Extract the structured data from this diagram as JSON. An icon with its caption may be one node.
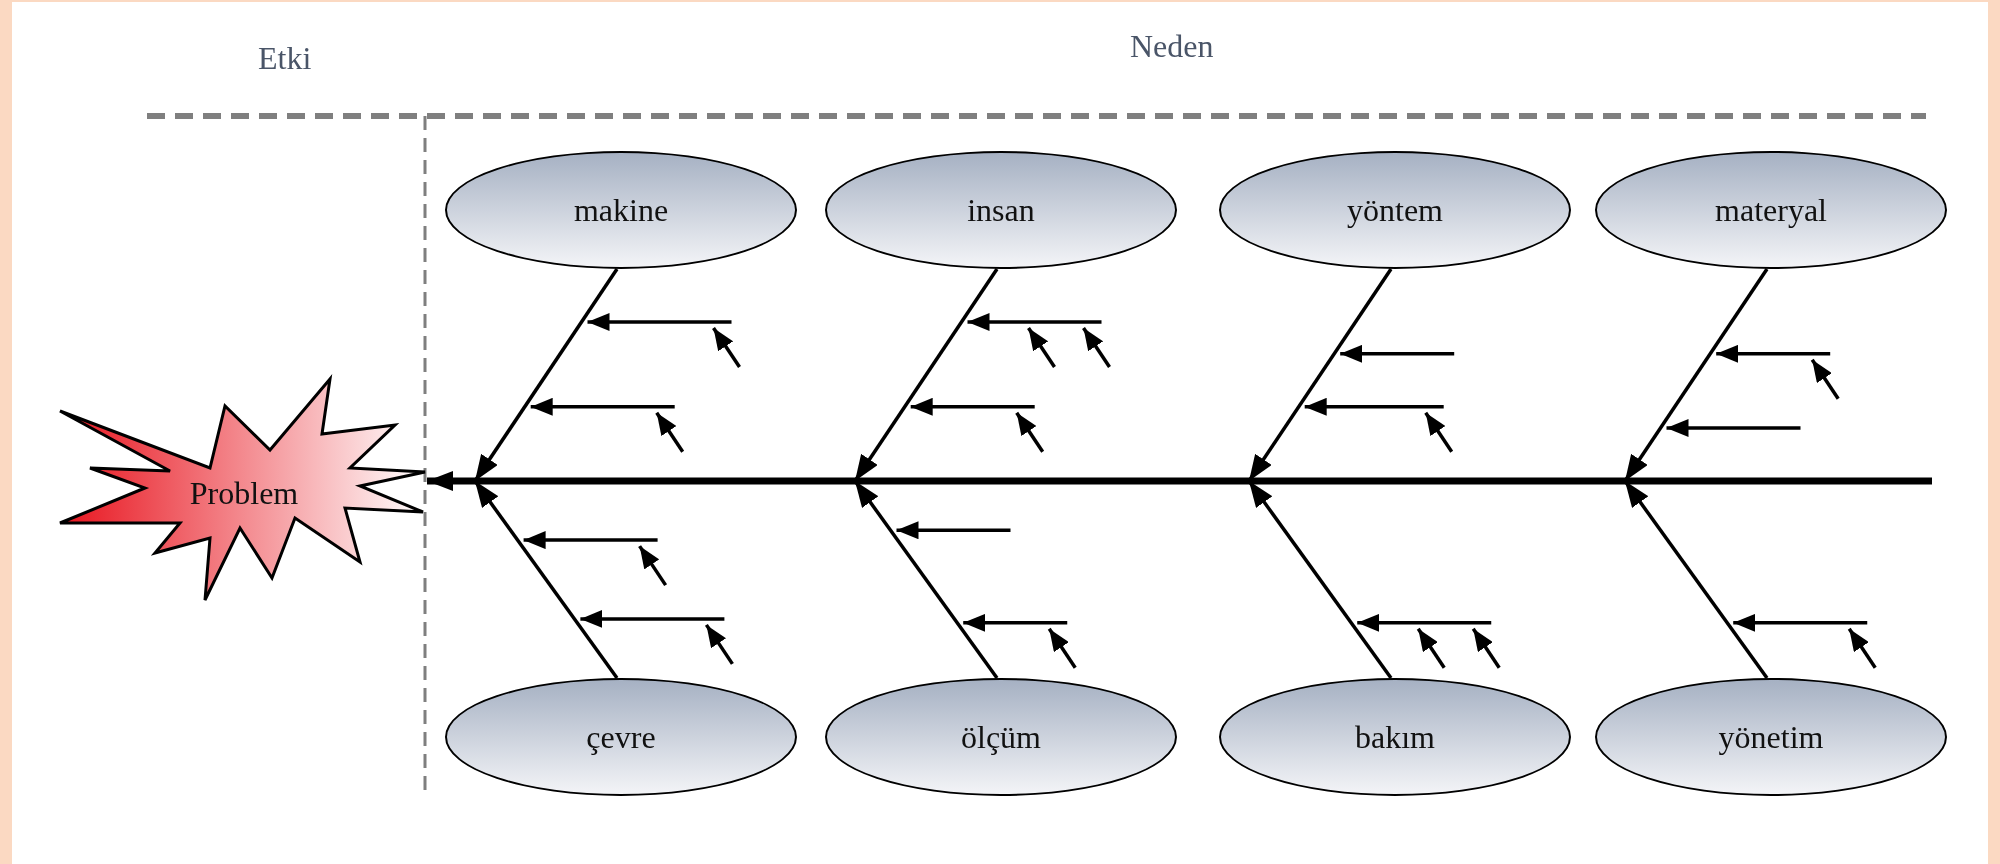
{
  "diagram": {
    "nodes": [
      {
        "text": [
          "Problem"
        ]
      },
      {
        "text": [
          "makine"
        ]
      },
      {
        "text": [
          "insan"
        ]
      },
      {
        "text": [
          "yöntem"
        ]
      },
      {
        "text": [
          "materyal"
        ]
      },
      {
        "text": [
          "çevre"
        ]
      },
      {
        "text": [
          "ölçüm"
        ]
      },
      {
        "text": [
          "bakım"
        ]
      },
      {
        "text": [
          "yönetim"
        ]
      }
    ],
    "edges": [
      {
        "from": null,
        "to": 0,
        "arrow": "to",
        "style": "thick"
      },
      {
        "from": 1,
        "to": null,
        "arrow": "to"
      },
      {
        "from": 2,
        "to": null,
        "arrow": "to"
      },
      {
        "from": 3,
        "to": null,
        "arrow": "to"
      },
      {
        "from": 4,
        "to": null,
        "arrow": "to"
      },
      {
        "from": 5,
        "to": null,
        "arrow": "to"
      },
      {
        "from": 6,
        "to": null,
        "arrow": "to"
      },
      {
        "from": 7,
        "to": null,
        "arrow": "to"
      },
      {
        "from": 8,
        "to": null,
        "arrow": "to"
      }
    ],
    "labels": [
      "Etki",
      "Neden"
    ]
  }
}
